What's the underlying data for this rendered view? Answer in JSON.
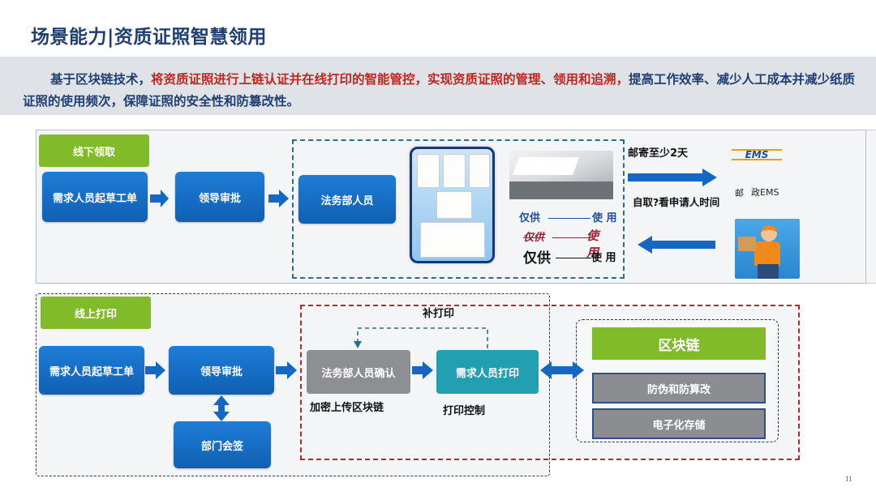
{
  "title": "场景能力|资质证照智慧领用",
  "intro": {
    "plain": "基于区块链技术，",
    "red": "将资质证照进行上链认证并在线打印的智能管控，实现资质证照的管理、领用和追溯，",
    "blue": "提高工作效率、减少人工成本并减少纸质证照的使用频次，保障证照的安全性和防篡改性。"
  },
  "offline": {
    "tag": "线下领取",
    "draft": "需求人员起草工单",
    "approve": "领导审批",
    "legal": "法务部人员",
    "mail": "邮寄至少2天",
    "ems_logo": "EMS",
    "ems_label_1": "邮",
    "ems_label_2": "政EMS",
    "pickup": "自取?看申请人时间",
    "stamp1_a": "仅供",
    "stamp1_b": "使 用",
    "stamp2_a": "仅供",
    "stamp2_b": "使 用",
    "stamp3_a": "仅供",
    "stamp3_b": "使 用"
  },
  "online": {
    "tag": "线上打印",
    "draft": "需求人员起草工单",
    "approve": "领导审批",
    "dept_sign": "部门会签",
    "reprint": "补打印",
    "legal_confirm": "法务部人员确认",
    "user_print": "需求人员打印",
    "encrypt": "加密上传区块链",
    "print_ctrl": "打印控制",
    "blockchain": "区块链",
    "anti_tamper": "防伪和防算改",
    "e_storage": "电子化存储"
  },
  "page_number": "11",
  "colors": {
    "title": "#1f3f73",
    "red_text": "#c0261f",
    "blue_box": "#1467c2",
    "green_tag": "#82bb2a",
    "teal_box": "#229fb0",
    "gray_box": "#8c8d90",
    "dashed_red": "#b42a2a",
    "dashed_blue": "#2a6d8c"
  }
}
